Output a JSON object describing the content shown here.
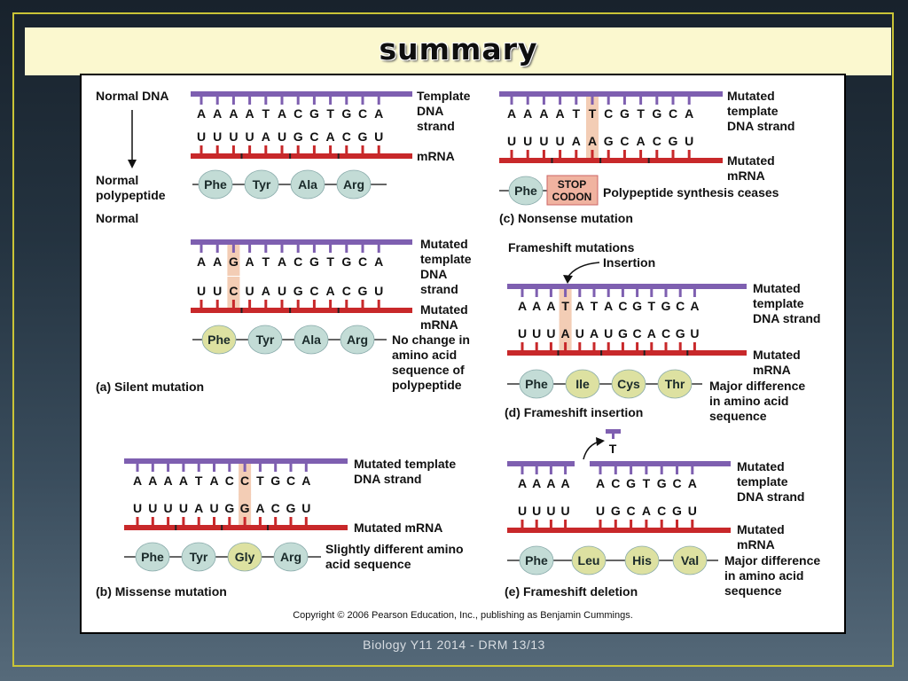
{
  "title": "summary",
  "footer": "Biology Y11 2014 - DRM  13/13",
  "copyright": "Copyright © 2006 Pearson Education, Inc., publishing as Benjamin Cummings.",
  "colors": {
    "dna": "#7e5fb0",
    "mrna": "#c8282a",
    "aa_normal": "#c3dcd6",
    "aa_changed": "#dde1a1",
    "highlight": "#f3cdb5",
    "stop": "#f0b3a0"
  },
  "panels": {
    "normal": {
      "dna": [
        "A",
        "A",
        "A",
        "A",
        "T",
        "A",
        "C",
        "G",
        "T",
        "G",
        "C",
        "A"
      ],
      "mrna": [
        "U",
        "U",
        "U",
        "U",
        "A",
        "U",
        "G",
        "C",
        "A",
        "C",
        "G",
        "U"
      ],
      "aa": [
        "Phe",
        "Tyr",
        "Ala",
        "Arg"
      ],
      "label_dna_left": "Normal DNA",
      "label_poly_1": "Normal",
      "label_poly_2": "polypeptide",
      "label_template": [
        "Template",
        "DNA",
        "strand"
      ],
      "label_mrna": "mRNA",
      "caption": "Normal"
    },
    "silent": {
      "dna": [
        "A",
        "A",
        "G",
        "A",
        "T",
        "A",
        "C",
        "G",
        "T",
        "G",
        "C",
        "A"
      ],
      "mrna": [
        "U",
        "U",
        "C",
        "U",
        "A",
        "U",
        "G",
        "C",
        "A",
        "C",
        "G",
        "U"
      ],
      "aa": [
        "Phe",
        "Tyr",
        "Ala",
        "Arg"
      ],
      "label_template": [
        "Mutated",
        "template",
        "DNA",
        "strand"
      ],
      "label_mrna": [
        "Mutated",
        "mRNA"
      ],
      "note": [
        "No change in",
        "amino acid",
        "sequence of",
        "polypeptide"
      ],
      "caption": "(a) Silent mutation"
    },
    "missense": {
      "dna": [
        "A",
        "A",
        "A",
        "A",
        "T",
        "A",
        "C",
        "C",
        "T",
        "G",
        "C",
        "A"
      ],
      "mrna": [
        "U",
        "U",
        "U",
        "U",
        "A",
        "U",
        "G",
        "G",
        "A",
        "C",
        "G",
        "U"
      ],
      "aa": [
        "Phe",
        "Tyr",
        "Gly",
        "Arg"
      ],
      "label_template": [
        "Mutated template",
        "DNA strand"
      ],
      "label_mrna": "Mutated mRNA",
      "note": [
        "Slightly different amino",
        "acid sequence"
      ],
      "caption": "(b) Missense mutation"
    },
    "nonsense": {
      "dna": [
        "A",
        "A",
        "A",
        "A",
        "T",
        "T",
        "C",
        "G",
        "T",
        "G",
        "C",
        "A"
      ],
      "mrna": [
        "U",
        "U",
        "U",
        "U",
        "A",
        "A",
        "G",
        "C",
        "A",
        "C",
        "G",
        "U"
      ],
      "aa": [
        "Phe"
      ],
      "stop": [
        "STOP",
        "CODON"
      ],
      "label_template": [
        "Mutated",
        "template",
        "DNA strand"
      ],
      "label_mrna": [
        "Mutated",
        "mRNA"
      ],
      "note": "Polypeptide synthesis ceases",
      "caption": "(c) Nonsense mutation"
    },
    "insertion": {
      "heading": "Frameshift mutations",
      "arrow_label": "Insertion",
      "dna": [
        "A",
        "A",
        "A",
        "T",
        "A",
        "T",
        "A",
        "C",
        "G",
        "T",
        "G",
        "C",
        "A"
      ],
      "mrna": [
        "U",
        "U",
        "U",
        "A",
        "U",
        "A",
        "U",
        "G",
        "C",
        "A",
        "C",
        "G",
        "U"
      ],
      "aa": [
        "Phe",
        "Ile",
        "Cys",
        "Thr"
      ],
      "label_template": [
        "Mutated",
        "template",
        "DNA strand"
      ],
      "label_mrna": [
        "Mutated",
        "mRNA"
      ],
      "note": [
        "Major difference",
        "in amino acid",
        "sequence"
      ],
      "caption": "(d) Frameshift insertion"
    },
    "deletion": {
      "removed": "T",
      "dna_left": [
        "A",
        "A",
        "A",
        "A"
      ],
      "dna_right": [
        "A",
        "C",
        "G",
        "T",
        "G",
        "C",
        "A"
      ],
      "mrna_left": [
        "U",
        "U",
        "U",
        "U"
      ],
      "mrna_right": [
        "U",
        "G",
        "C",
        "A",
        "C",
        "G",
        "U"
      ],
      "aa": [
        "Phe",
        "Leu",
        "His",
        "Val"
      ],
      "label_template": [
        "Mutated",
        "template",
        "DNA strand"
      ],
      "label_mrna": [
        "Mutated",
        "mRNA"
      ],
      "note": [
        "Major difference",
        "in amino acid",
        "sequence"
      ],
      "caption": "(e) Frameshift deletion"
    }
  }
}
